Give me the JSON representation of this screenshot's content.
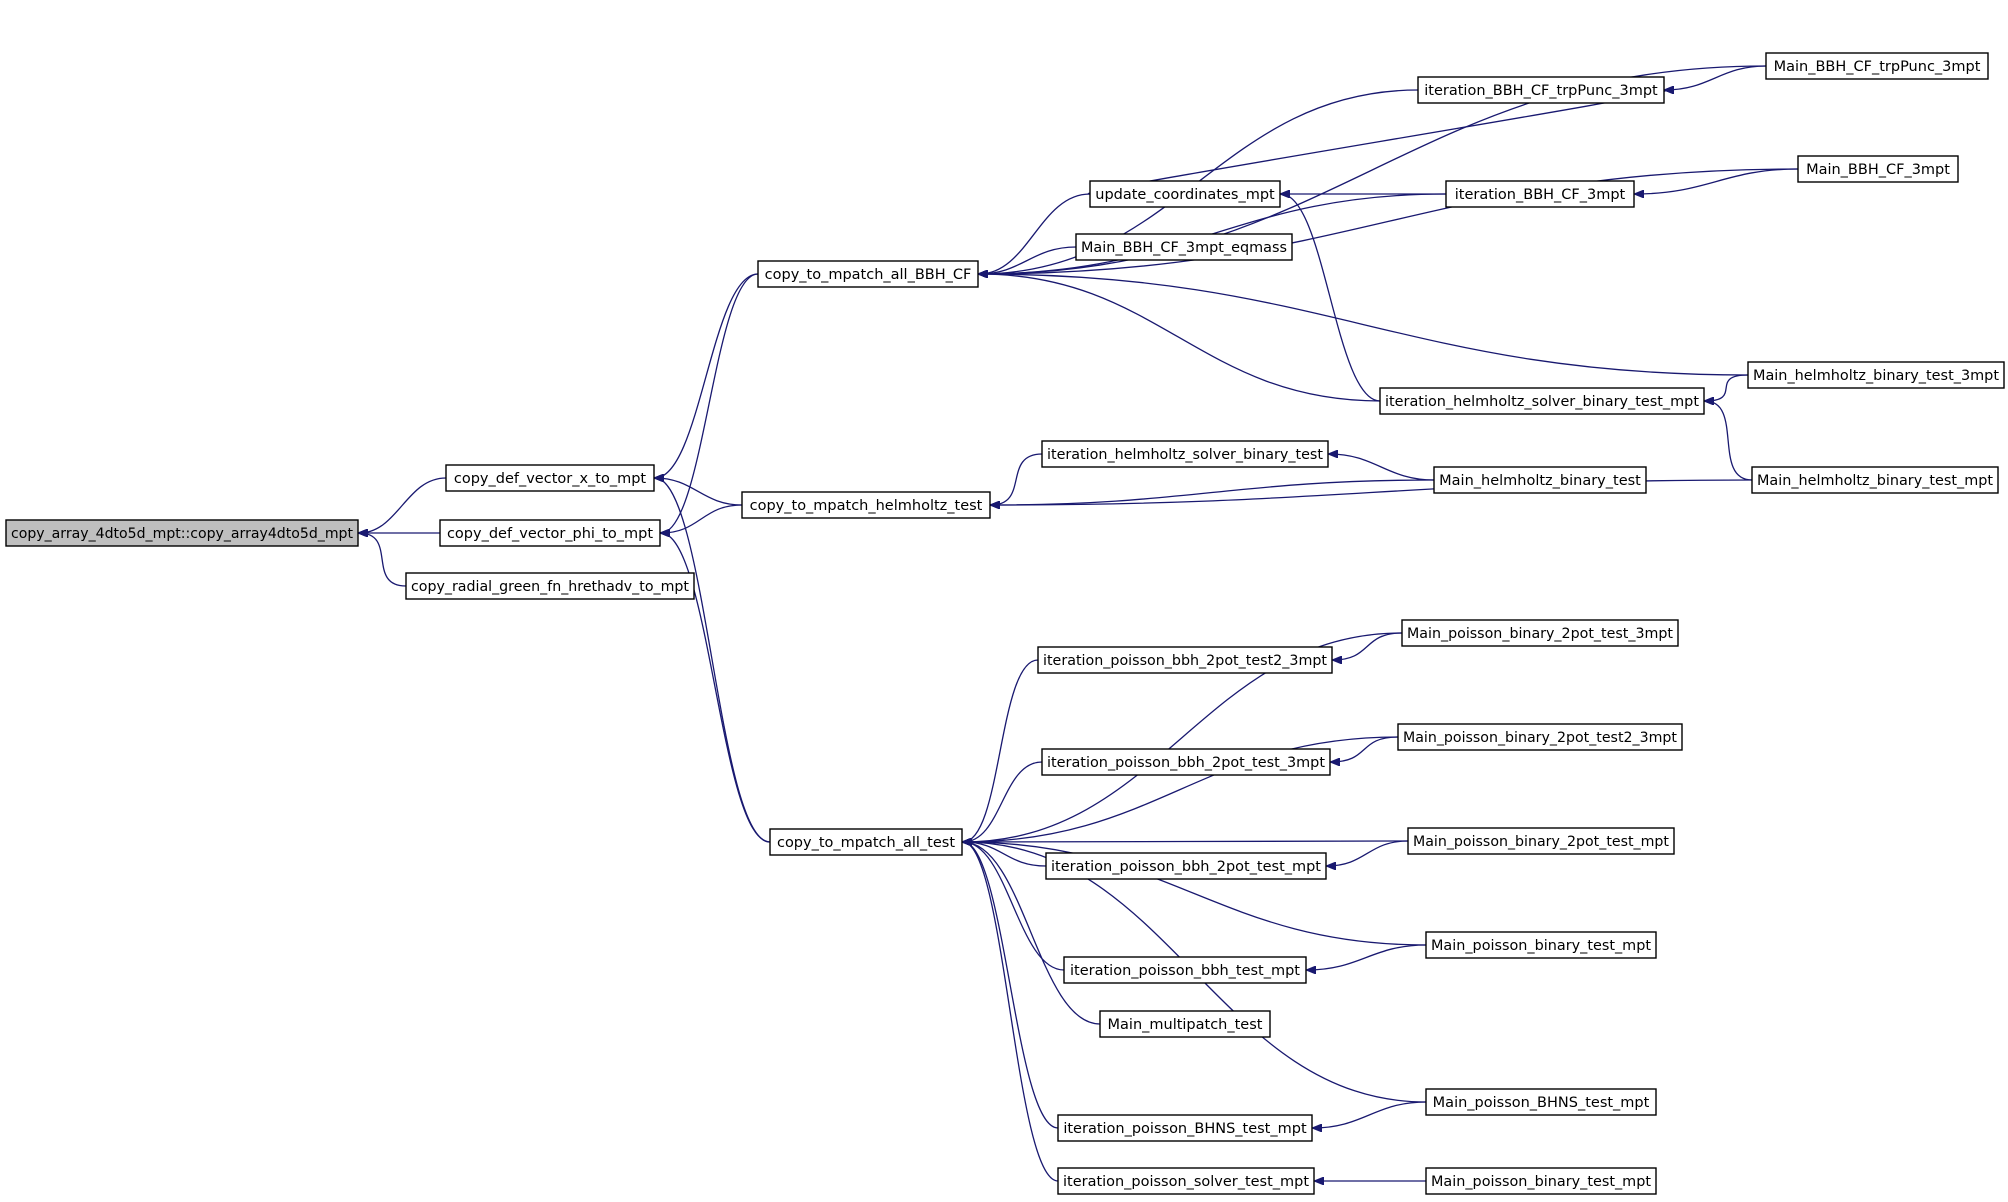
{
  "diagram": {
    "type": "call-graph",
    "colors": {
      "edge": "#191970",
      "root_fill": "#bfbfbf",
      "node_fill": "#ffffff",
      "border": "#000000"
    },
    "nodes": [
      {
        "id": "root",
        "label": "copy_array_4dto5d_mpt::copy_array4dto5d_mpt",
        "root": true
      },
      {
        "id": "cdvx",
        "label": "copy_def_vector_x_to_mpt"
      },
      {
        "id": "cdvphi",
        "label": "copy_def_vector_phi_to_mpt"
      },
      {
        "id": "crg",
        "label": "copy_radial_green_fn_hrethadv_to_mpt"
      },
      {
        "id": "ctm_bbh",
        "label": "copy_to_mpatch_all_BBH_CF"
      },
      {
        "id": "ctm_helm",
        "label": "copy_to_mpatch_helmholtz_test"
      },
      {
        "id": "ctm_all",
        "label": "copy_to_mpatch_all_test"
      },
      {
        "id": "upd",
        "label": "update_coordinates_mpt"
      },
      {
        "id": "main_eq",
        "label": "Main_BBH_CF_3mpt_eqmass"
      },
      {
        "id": "it_trp",
        "label": "iteration_BBH_CF_trpPunc_3mpt"
      },
      {
        "id": "it_bbh3",
        "label": "iteration_BBH_CF_3mpt"
      },
      {
        "id": "it_hsbt",
        "label": "iteration_helmholtz_solver_binary_test_mpt"
      },
      {
        "id": "it_hsb",
        "label": "iteration_helmholtz_solver_binary_test"
      },
      {
        "id": "main_trp",
        "label": "Main_BBH_CF_trpPunc_3mpt"
      },
      {
        "id": "main_bbh3",
        "label": "Main_BBH_CF_3mpt"
      },
      {
        "id": "main_hbt3",
        "label": "Main_helmholtz_binary_test_3mpt"
      },
      {
        "id": "main_hbtm",
        "label": "Main_helmholtz_binary_test_mpt"
      },
      {
        "id": "main_hbt",
        "label": "Main_helmholtz_binary_test"
      },
      {
        "id": "it_p2t2",
        "label": "iteration_poisson_bbh_2pot_test2_3mpt"
      },
      {
        "id": "it_p2t3",
        "label": "iteration_poisson_bbh_2pot_test_3mpt"
      },
      {
        "id": "it_p2tm",
        "label": "iteration_poisson_bbh_2pot_test_mpt"
      },
      {
        "id": "it_pbt",
        "label": "iteration_poisson_bbh_test_mpt"
      },
      {
        "id": "main_mp",
        "label": "Main_multipatch_test"
      },
      {
        "id": "it_bhns",
        "label": "iteration_poisson_BHNS_test_mpt"
      },
      {
        "id": "it_pst",
        "label": "iteration_poisson_solver_test_mpt"
      },
      {
        "id": "main_p2t3",
        "label": "Main_poisson_binary_2pot_test_3mpt"
      },
      {
        "id": "main_p2t2",
        "label": "Main_poisson_binary_2pot_test2_3mpt"
      },
      {
        "id": "main_p2tm",
        "label": "Main_poisson_binary_2pot_test_mpt"
      },
      {
        "id": "main_pbt1",
        "label": "Main_poisson_binary_test_mpt"
      },
      {
        "id": "main_bhns",
        "label": "Main_poisson_BHNS_test_mpt"
      },
      {
        "id": "main_pbt2",
        "label": "Main_poisson_binary_test_mpt"
      }
    ],
    "edges": [
      [
        "cdvx",
        "root"
      ],
      [
        "cdvphi",
        "root"
      ],
      [
        "crg",
        "root"
      ],
      [
        "ctm_bbh",
        "cdvx"
      ],
      [
        "ctm_helm",
        "cdvx"
      ],
      [
        "ctm_all",
        "cdvx"
      ],
      [
        "ctm_bbh",
        "cdvphi"
      ],
      [
        "ctm_helm",
        "cdvphi"
      ],
      [
        "ctm_all",
        "cdvphi"
      ],
      [
        "main_trp",
        "ctm_bbh"
      ],
      [
        "it_trp",
        "ctm_bbh"
      ],
      [
        "main_bbh3",
        "ctm_bbh"
      ],
      [
        "upd",
        "ctm_bbh"
      ],
      [
        "main_eq",
        "ctm_bbh"
      ],
      [
        "it_bbh3",
        "ctm_bbh"
      ],
      [
        "main_hbt3",
        "ctm_bbh"
      ],
      [
        "it_hsbt",
        "ctm_bbh"
      ],
      [
        "upd",
        "it_trp"
      ],
      [
        "it_bbh3",
        "upd"
      ],
      [
        "it_hsbt",
        "upd"
      ],
      [
        "main_trp",
        "it_trp"
      ],
      [
        "main_bbh3",
        "it_bbh3"
      ],
      [
        "main_hbt3",
        "it_hsbt"
      ],
      [
        "main_hbtm",
        "it_hsbt"
      ],
      [
        "it_hsb",
        "ctm_helm"
      ],
      [
        "main_hbt",
        "ctm_helm"
      ],
      [
        "main_hbtm",
        "ctm_helm"
      ],
      [
        "main_hbt",
        "it_hsb"
      ],
      [
        "main_p2t3",
        "ctm_all"
      ],
      [
        "it_p2t2",
        "ctm_all"
      ],
      [
        "main_p2t2",
        "ctm_all"
      ],
      [
        "it_p2t3",
        "ctm_all"
      ],
      [
        "main_p2tm",
        "ctm_all"
      ],
      [
        "it_p2tm",
        "ctm_all"
      ],
      [
        "main_pbt1",
        "ctm_all"
      ],
      [
        "it_pbt",
        "ctm_all"
      ],
      [
        "main_mp",
        "ctm_all"
      ],
      [
        "main_bhns",
        "ctm_all"
      ],
      [
        "it_bhns",
        "ctm_all"
      ],
      [
        "it_pst",
        "ctm_all"
      ],
      [
        "main_p2t3",
        "it_p2t2"
      ],
      [
        "main_p2t2",
        "it_p2t3"
      ],
      [
        "main_p2tm",
        "it_p2tm"
      ],
      [
        "main_pbt1",
        "it_pbt"
      ],
      [
        "main_bhns",
        "it_bhns"
      ],
      [
        "main_pbt2",
        "it_pst"
      ]
    ]
  }
}
